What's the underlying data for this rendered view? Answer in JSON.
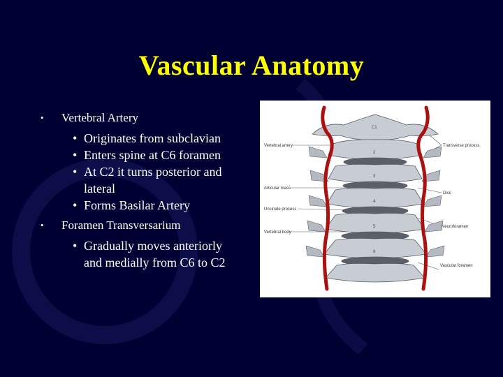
{
  "slide": {
    "title": "Vascular Anatomy",
    "bullets": [
      {
        "text": "Vertebral Artery",
        "sub": [
          "Originates from subclavian",
          "Enters spine at C6 foramen",
          "At C2 it turns posterior and lateral",
          "Forms Basilar Artery"
        ]
      },
      {
        "text": "Foramen Transversarium",
        "sub": [
          "Gradually moves anteriorly  and medially from C6 to C2"
        ]
      }
    ]
  },
  "figure": {
    "labels_left": [
      "Vertebral artery",
      "Articular mass",
      "Uncinate process",
      "Vertebral body"
    ],
    "labels_right": [
      "Transverse process",
      "Disc",
      "Neuroforamen",
      "Vascular foramen"
    ],
    "vertebra_labels": [
      "C1",
      "2",
      "3",
      "4",
      "5",
      "6"
    ]
  },
  "colors": {
    "background": "#000033",
    "title": "#ffff00",
    "text": "#ffffff",
    "artery": "#aa1111",
    "bone": "#c8ccd3"
  }
}
